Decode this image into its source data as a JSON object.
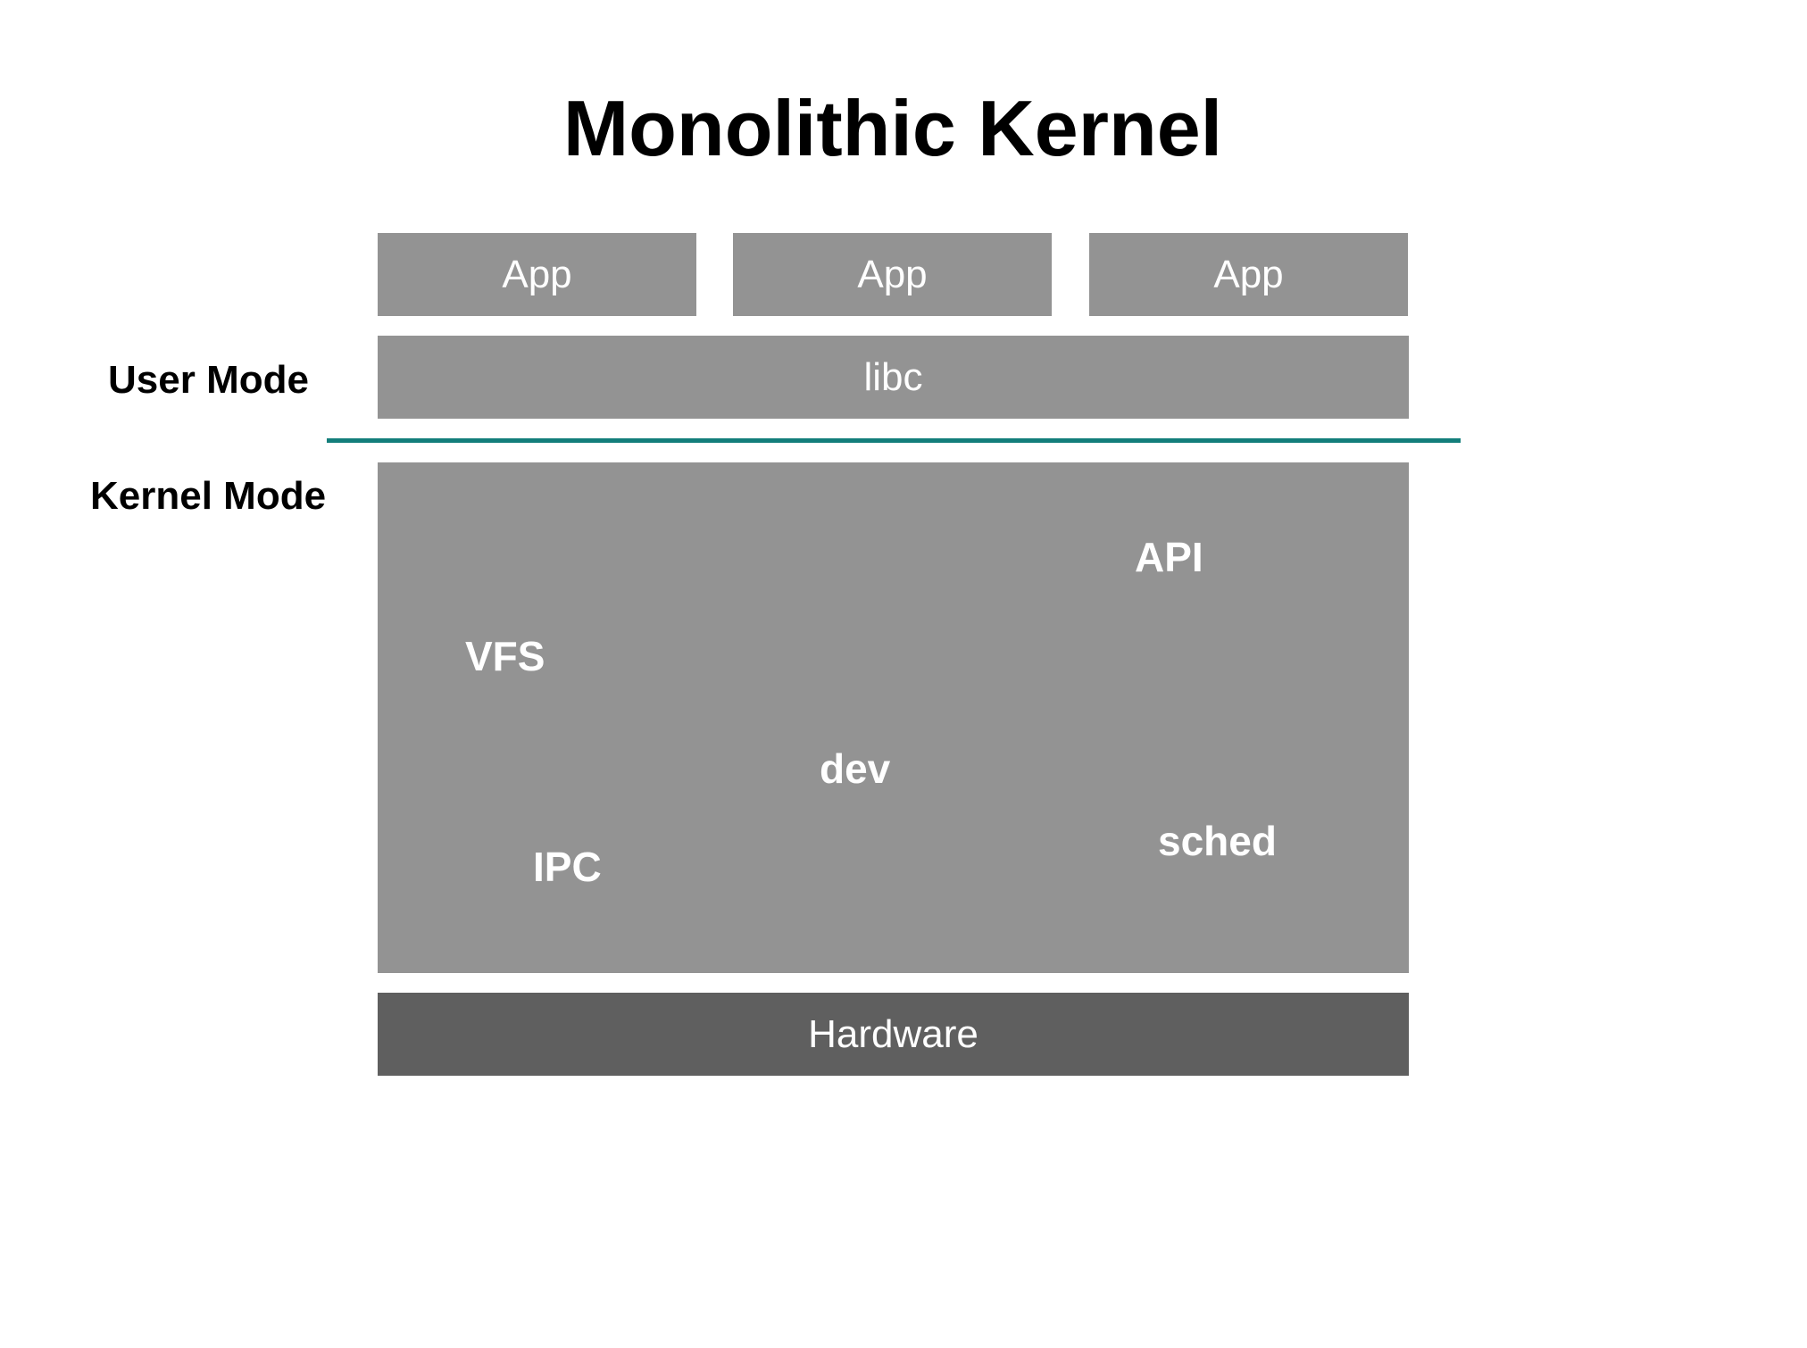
{
  "title": "Monolithic Kernel",
  "colors": {
    "block": "#939393",
    "hardware": "#5f5f5f",
    "divider": "#137e7b",
    "label_text": "#ffffff"
  },
  "user_space": {
    "apps": [
      "App",
      "App",
      "App"
    ],
    "libc": "libc"
  },
  "mode_labels": {
    "user": "User Mode",
    "kernel": "Kernel Mode"
  },
  "kernel": {
    "components": [
      "API",
      "VFS",
      "dev",
      "sched",
      "IPC"
    ]
  },
  "hardware": "Hardware"
}
